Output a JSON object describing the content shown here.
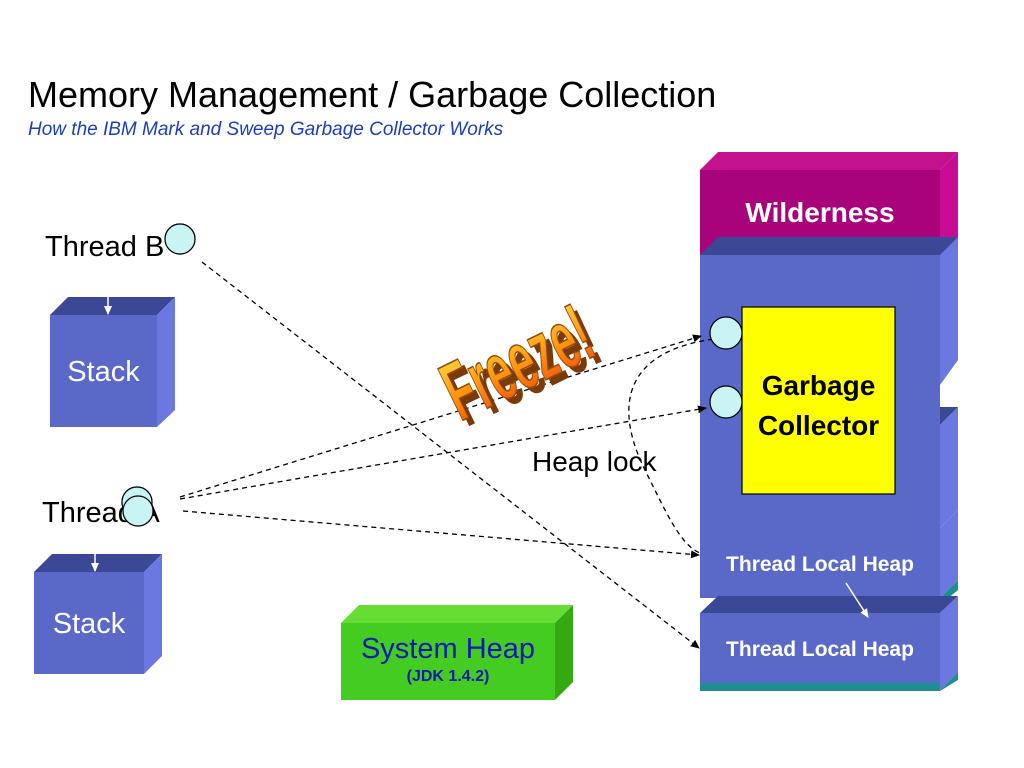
{
  "slide": {
    "title": "Memory Management / Garbage Collection",
    "subtitle": "How the IBM Mark and Sweep Garbage Collector Works"
  },
  "threads": {
    "b_label": "Thread B",
    "a_label": "Thread A"
  },
  "stacks": {
    "b_label": "Stack",
    "a_label": "Stack"
  },
  "heap": {
    "wilderness_label": "Wilderness",
    "gc_label_line1": "Garbage",
    "gc_label_line2": "Collector",
    "tlh_label_1": "Thread Local Heap",
    "tlh_label_2": "Thread Local Heap",
    "heap_lock_label": "Heap lock",
    "freeze_label": "Freeze!"
  },
  "system_heap": {
    "label": "System Heap",
    "version": "(JDK 1.4.2)"
  },
  "colors": {
    "block_front": "#5a68c8",
    "block_top": "#3a4896",
    "block_side": "#4452a8",
    "wilderness": "#a8037a",
    "gc_fill": "#ffff00",
    "system_heap": "#44cc22",
    "node_fill": "#c8f4f4",
    "teal_edge": "#1e8e8e"
  }
}
